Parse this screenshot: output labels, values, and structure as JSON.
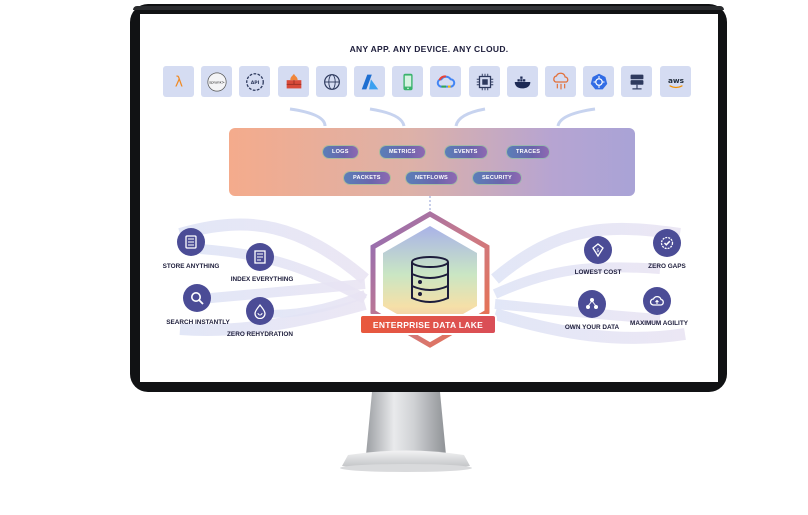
{
  "header": {
    "title": "ANY APP. ANY DEVICE. ANY CLOUD."
  },
  "sources": [
    {
      "icon": "lambda-icon",
      "text": "λ"
    },
    {
      "icon": "splunk-icon",
      "text": "splunk>"
    },
    {
      "icon": "api-icon",
      "text": "API"
    },
    {
      "icon": "firewall-icon",
      "text": ""
    },
    {
      "icon": "globe-icon",
      "text": ""
    },
    {
      "icon": "azure-icon",
      "text": ""
    },
    {
      "icon": "mobile-icon",
      "text": ""
    },
    {
      "icon": "google-cloud-icon",
      "text": ""
    },
    {
      "icon": "chip-icon",
      "text": ""
    },
    {
      "icon": "docker-icon",
      "text": ""
    },
    {
      "icon": "cloud-function-icon",
      "text": ""
    },
    {
      "icon": "kubernetes-icon",
      "text": ""
    },
    {
      "icon": "server-icon",
      "text": ""
    },
    {
      "icon": "aws-icon",
      "text": "aws"
    }
  ],
  "data_types": {
    "row1": [
      "LOGS",
      "METRICS",
      "EVENTS",
      "TRACES"
    ],
    "row2": [
      "PACKETS",
      "NETFLOWS",
      "SECURITY"
    ]
  },
  "left_features": [
    "STORE ANYTHING",
    "INDEX EVERYTHING",
    "SEARCH INSTANTLY",
    "ZERO REHYDRATION"
  ],
  "right_features": [
    "LOWEST COST",
    "ZERO GAPS",
    "OWN YOUR DATA",
    "MAXIMUM AGILITY"
  ],
  "center": {
    "label": "ENTERPRISE DATA LAKE"
  },
  "colors": {
    "navy": "#4b4c96",
    "tile": "#d5dcf2",
    "accent": "#e8593d",
    "text": "#1d1d3b"
  }
}
